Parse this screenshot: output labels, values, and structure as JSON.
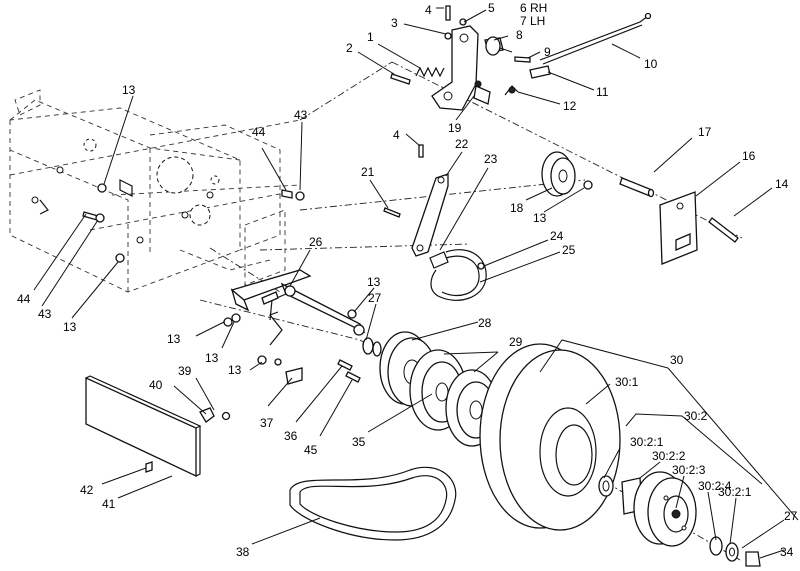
{
  "callouts": [
    {
      "id": "c1",
      "text": "1"
    },
    {
      "id": "c2",
      "text": "2"
    },
    {
      "id": "c3",
      "text": "3"
    },
    {
      "id": "c4a",
      "text": "4"
    },
    {
      "id": "c5",
      "text": "5"
    },
    {
      "id": "c6",
      "text": "6 RH"
    },
    {
      "id": "c7",
      "text": "7 LH"
    },
    {
      "id": "c8",
      "text": "8"
    },
    {
      "id": "c9",
      "text": "9"
    },
    {
      "id": "c10",
      "text": "10"
    },
    {
      "id": "c11",
      "text": "11"
    },
    {
      "id": "c12",
      "text": "12"
    },
    {
      "id": "c13a",
      "text": "13"
    },
    {
      "id": "c19",
      "text": "19"
    },
    {
      "id": "c44a",
      "text": "44"
    },
    {
      "id": "c43a",
      "text": "43"
    },
    {
      "id": "c4b",
      "text": "4"
    },
    {
      "id": "c22",
      "text": "22"
    },
    {
      "id": "c23",
      "text": "23"
    },
    {
      "id": "c21",
      "text": "21"
    },
    {
      "id": "c17",
      "text": "17"
    },
    {
      "id": "c16",
      "text": "16"
    },
    {
      "id": "c14",
      "text": "14"
    },
    {
      "id": "c18",
      "text": "18"
    },
    {
      "id": "c13b",
      "text": "13"
    },
    {
      "id": "c24",
      "text": "24"
    },
    {
      "id": "c25",
      "text": "25"
    },
    {
      "id": "c26",
      "text": "26"
    },
    {
      "id": "c44b",
      "text": "44"
    },
    {
      "id": "c43b",
      "text": "43"
    },
    {
      "id": "c13c",
      "text": "13"
    },
    {
      "id": "c13d",
      "text": "13"
    },
    {
      "id": "c27a",
      "text": "27"
    },
    {
      "id": "c28",
      "text": "28"
    },
    {
      "id": "c29",
      "text": "29"
    },
    {
      "id": "c13e",
      "text": "13"
    },
    {
      "id": "c13f",
      "text": "13"
    },
    {
      "id": "c13g",
      "text": "13"
    },
    {
      "id": "c30",
      "text": "30"
    },
    {
      "id": "c30_1",
      "text": "30:1"
    },
    {
      "id": "c30_2",
      "text": "30:2"
    },
    {
      "id": "c30_2_1a",
      "text": "30:2:1"
    },
    {
      "id": "c30_2_2",
      "text": "30:2:2"
    },
    {
      "id": "c30_2_3",
      "text": "30:2:3"
    },
    {
      "id": "c30_2_4",
      "text": "30:2:4"
    },
    {
      "id": "c30_2_1b",
      "text": "30:2:1"
    },
    {
      "id": "c39",
      "text": "39"
    },
    {
      "id": "c40",
      "text": "40"
    },
    {
      "id": "c37",
      "text": "37"
    },
    {
      "id": "c36",
      "text": "36"
    },
    {
      "id": "c45",
      "text": "45"
    },
    {
      "id": "c35",
      "text": "35"
    },
    {
      "id": "c42",
      "text": "42"
    },
    {
      "id": "c41",
      "text": "41"
    },
    {
      "id": "c38",
      "text": "38"
    },
    {
      "id": "c27b",
      "text": "27"
    },
    {
      "id": "c34",
      "text": "34"
    }
  ]
}
